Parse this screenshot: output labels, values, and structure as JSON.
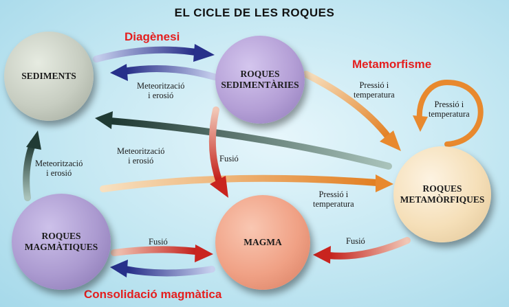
{
  "title": "EL CICLE DE LES ROQUES",
  "processes": {
    "diagenesis": "Diagènesi",
    "metamorphism": "Metamorfisme",
    "magmatic_consolidation": "Consolidació magmàtica"
  },
  "nodes": {
    "sediments": "SEDIMENTS",
    "sedimentary": "ROQUES\nSEDIMENTÀRIES",
    "metamorphic": "ROQUES\nMETAMÒRFIQUES",
    "magma": "MAGMA",
    "igneous": "ROQUES\nMAGMÀTIQUES"
  },
  "arrow_labels": {
    "weathering_sedimentary": "Meteorització\ni erosió",
    "pressure_temp_top": "Pressió i\ntemperatura",
    "pressure_temp_loop": "Pressió i\ntemperatura",
    "weathering_metamorphic": "Meteorització\ni erosió",
    "fusion_sedimentary": "Fusió",
    "weathering_igneous": "Meteorització\ni erosió",
    "pressure_temp_igneous": "Pressió i\ntemperatura",
    "fusion_igneous": "Fusió",
    "fusion_metamorphic": "Fusió"
  },
  "colors": {
    "process_red": "#e41e1e",
    "arrow_navy": "#27308a",
    "arrow_dark_green": "#203b34",
    "arrow_orange": "#e8892e",
    "arrow_red": "#c9241f",
    "sediments_fill": "#c7cdc1",
    "sedimentary_fill": "#b49fd6",
    "metamorphic_fill": "#f5dfb8",
    "magma_fill": "#f0a185",
    "igneous_fill": "#ab9ad0"
  }
}
